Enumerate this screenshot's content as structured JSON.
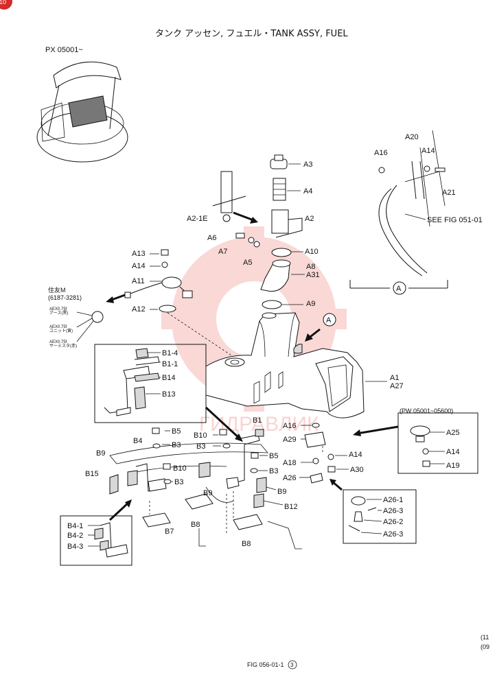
{
  "header": {
    "page_badge": "10",
    "title": "タンク アッセン, フュエル・TANK ASSY, FUEL",
    "model_range": "PX 05001~"
  },
  "footer": {
    "figure_ref": "FIG 056-01-1",
    "figure_circle": "3",
    "edge_mark_1": "(11",
    "edge_mark_2": "(09"
  },
  "watermark": {
    "text": "ГИДРАВЛИК",
    "color": "#e8534a"
  },
  "connector": {
    "maker": "住友M",
    "part_no": "(6187-3281)",
    "wire_1_code": "AEX0.75f",
    "wire_1_name": "アース(黒)",
    "wire_2_code": "AEX0.75f",
    "wire_2_name": "ユニット(黄)",
    "wire_3_code": "AEX0.75f",
    "wire_3_name": "サーミスタ(赤)"
  },
  "detail_a": {
    "view_label": "A",
    "see_ref": "SEE  FIG 051-01",
    "labels": {
      "a16": "A16",
      "a20": "A20",
      "a14": "A14",
      "a21": "A21"
    }
  },
  "detail_pw": {
    "range": "(PW 05001~05600)",
    "labels": {
      "a25": "A25",
      "a14": "A14",
      "a19": "A19"
    }
  },
  "detail_a26": {
    "labels": {
      "a26_1": "A26-1",
      "a26_3a": "A26-3",
      "a26_2": "A26-2",
      "a26_3b": "A26-3"
    }
  },
  "detail_b": {
    "labels": {
      "b1_4": "B1-4",
      "b1_1": "B1-1",
      "b14": "B14",
      "b13": "B13"
    }
  },
  "detail_b4": {
    "labels": {
      "b4_1": "B4-1",
      "b4_2": "B4-2",
      "b4_3": "B4-3"
    }
  },
  "parts": {
    "a3": "A3",
    "a4": "A4",
    "a2": "A2",
    "a2_1e": "A2-1E",
    "a6": "A6",
    "a7": "A7",
    "a5": "A5",
    "a10": "A10",
    "a8": "A8",
    "a31": "A31",
    "a9": "A9",
    "a13": "A13",
    "a14": "A14",
    "a11": "A11",
    "a12": "A12",
    "a1": "A1",
    "a27": "A27",
    "a16": "A16",
    "a29": "A29",
    "a18": "A18",
    "a14b": "A14",
    "a26": "A26",
    "a30": "A30",
    "view_a": "A",
    "b1": "B1",
    "b5": "B5",
    "b10": "B10",
    "b3a": "B3",
    "b3b": "B3",
    "b4": "B4",
    "b9a": "B9",
    "b15": "B15",
    "b10b": "B10",
    "b3c": "B3",
    "b5b": "B5",
    "b3d": "B3",
    "b9b": "B9",
    "b9c": "B9",
    "b12": "B12",
    "b7": "B7",
    "b8a": "B8",
    "b8b": "B8"
  }
}
